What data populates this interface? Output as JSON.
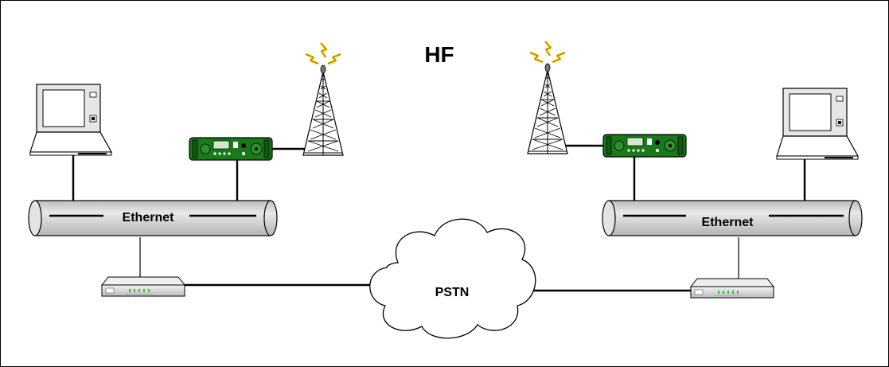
{
  "labels": {
    "hf": "HF",
    "ethernet_left": "Ethernet",
    "ethernet_right": "Ethernet",
    "pstn": "PSTN"
  },
  "icons": {
    "laptop": "laptop-icon",
    "radio": "hf-radio-icon",
    "tower": "radio-tower-icon",
    "router": "router-icon",
    "cloud": "cloud-icon"
  },
  "colors": {
    "radio_green": "#1a7a1a",
    "lightning": "#f5c400",
    "bus_fill": "#d9d9d9",
    "line": "#000000"
  }
}
